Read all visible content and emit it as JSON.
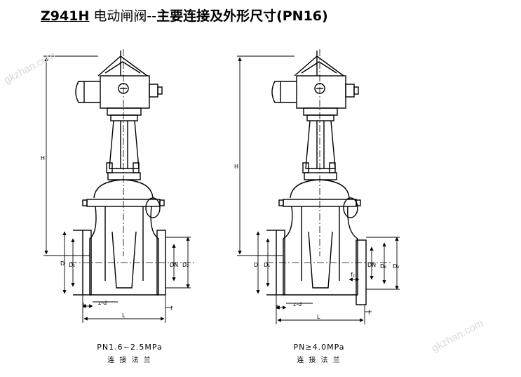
{
  "title": {
    "model": "Z941H",
    "desc_a": "电动闸阀--",
    "desc_b": "主要连接及外形尺寸(PN16)"
  },
  "left_view": {
    "caption_line1": "PN1.6~2.5MPa",
    "caption_line2": "连 接 法 兰",
    "labels": {
      "H": "H",
      "D": "D",
      "D1": "D₁",
      "DN": "DN",
      "D2": "D₂",
      "b": "b",
      "zd": "z-d",
      "L": "L",
      "f": "f"
    }
  },
  "right_view": {
    "caption_line1": "PN≥4.0MPa",
    "caption_line2": "连 接 法 兰",
    "labels": {
      "H": "H",
      "D": "D",
      "D1": "D₁",
      "DN": "DN",
      "D6": "D₆",
      "D2": "D₂",
      "b": "b",
      "zd": "z-d",
      "L": "L",
      "f": "f",
      "f2": "f₂"
    }
  },
  "watermarks": {
    "top_left": "gkzhan.com",
    "bottom_right": "gkzhan.com"
  }
}
